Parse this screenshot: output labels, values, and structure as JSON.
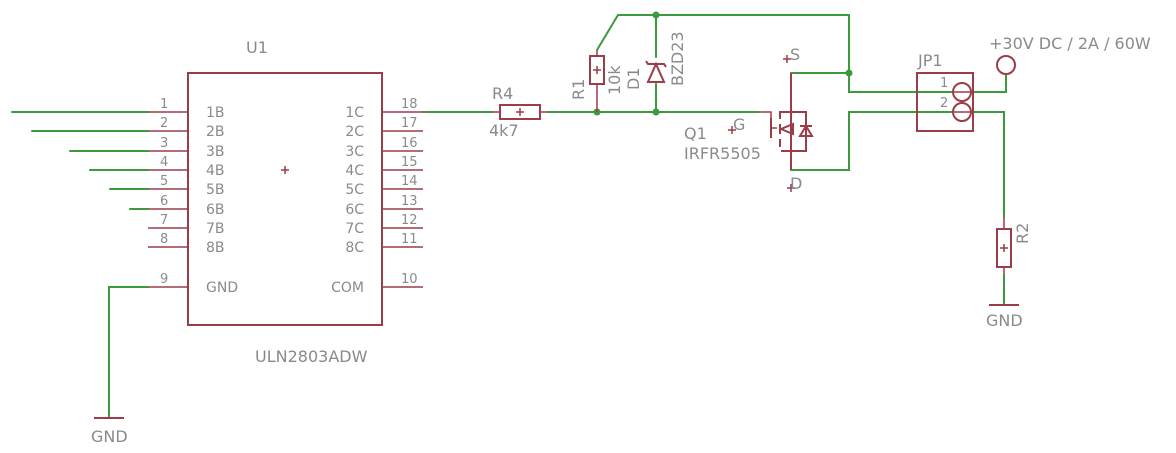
{
  "u1": {
    "name": "U1",
    "value": "ULN2803ADW",
    "left_pins": [
      {
        "num": "1",
        "name": "1B"
      },
      {
        "num": "2",
        "name": "2B"
      },
      {
        "num": "3",
        "name": "3B"
      },
      {
        "num": "4",
        "name": "4B"
      },
      {
        "num": "5",
        "name": "5B"
      },
      {
        "num": "6",
        "name": "6B"
      },
      {
        "num": "7",
        "name": "7B"
      },
      {
        "num": "8",
        "name": "8B"
      },
      {
        "num": "9",
        "name": "GND"
      }
    ],
    "right_pins": [
      {
        "num": "18",
        "name": "1C"
      },
      {
        "num": "17",
        "name": "2C"
      },
      {
        "num": "16",
        "name": "3C"
      },
      {
        "num": "15",
        "name": "4C"
      },
      {
        "num": "14",
        "name": "5C"
      },
      {
        "num": "13",
        "name": "6C"
      },
      {
        "num": "12",
        "name": "7C"
      },
      {
        "num": "11",
        "name": "8C"
      },
      {
        "num": "10",
        "name": "COM"
      }
    ]
  },
  "r4": {
    "name": "R4",
    "value": "4k7"
  },
  "r1": {
    "name": "R1",
    "value": "10k"
  },
  "d1": {
    "name": "D1",
    "value": "BZD23"
  },
  "q1": {
    "name": "Q1",
    "value": "IRFR5505",
    "gate": "G",
    "source": "S",
    "drain": "D"
  },
  "jp1": {
    "name": "JP1",
    "pin1": "1",
    "pin2": "2"
  },
  "supply": {
    "label": "+30V DC / 2A / 60W"
  },
  "r2": {
    "name": "R2"
  },
  "gnd": {
    "label": "GND"
  },
  "colors": {
    "wire": "#3c9a3c",
    "symbol": "#9c3c48",
    "text": "#8a8a8a",
    "background": "#ffffff"
  }
}
